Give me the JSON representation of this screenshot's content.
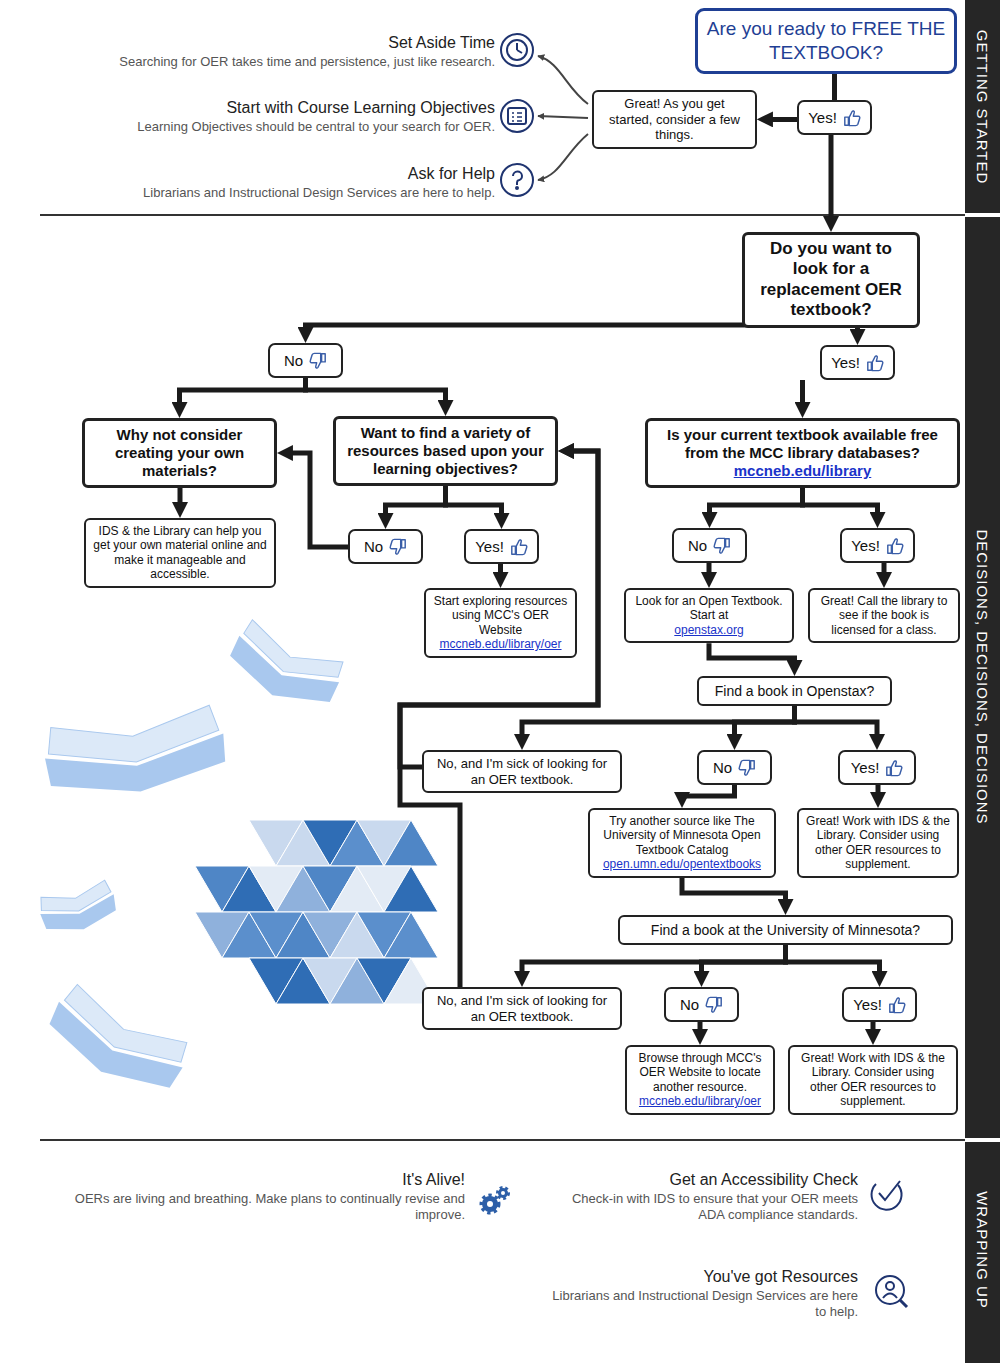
{
  "diagram": {
    "nodes": [
      {
        "text": [
          "Are you ready to FREE THE TEXTBOOK?"
        ]
      },
      {
        "text": [
          "Yes!"
        ]
      },
      {
        "text": [
          "Great! As you get started, consider a few things."
        ]
      },
      {
        "text": [
          "Do you want to look for a replacement OER textbook?"
        ]
      },
      {
        "text": [
          "Yes!"
        ]
      },
      {
        "text": [
          "No"
        ]
      },
      {
        "text": [
          "Is your current textbook available free from the MCC library databases?",
          "mccneb.edu/library"
        ]
      },
      {
        "text": [
          "Want to find a variety of resources based upon your learning objectives?"
        ]
      },
      {
        "text": [
          "Why not consider creating your own materials?"
        ]
      },
      {
        "text": [
          "Yes!"
        ]
      },
      {
        "text": [
          "No"
        ]
      },
      {
        "text": [
          "Yes!"
        ]
      },
      {
        "text": [
          "No"
        ]
      },
      {
        "text": [
          "Great! Call the library to see if the book is licensed for a class."
        ]
      },
      {
        "text": [
          "Look for an Open Textbook. Start at",
          "openstax.org"
        ]
      },
      {
        "text": [
          "Start exploring resources using MCC's OER Website",
          "mccneb.edu/library/oer"
        ]
      },
      {
        "text": [
          "IDS & the Library can help you get your own material online and make it manageable and accessible."
        ]
      },
      {
        "text": [
          "Find a book in Openstax?"
        ]
      },
      {
        "text": [
          "Yes!"
        ]
      },
      {
        "text": [
          "No"
        ]
      },
      {
        "text": [
          "No, and I'm sick of looking for an OER textbook."
        ]
      },
      {
        "text": [
          "Great! Work with IDS & the Library. Consider using other OER resources to supplement."
        ]
      },
      {
        "text": [
          "Try another source like The University of Minnesota Open Textbook Catalog",
          "open.umn.edu/opentextbooks"
        ]
      },
      {
        "text": [
          "Find a book at the University of Minnesota?"
        ]
      },
      {
        "text": [
          "Yes!"
        ]
      },
      {
        "text": [
          "No"
        ]
      },
      {
        "text": [
          "No, and I'm sick of looking for an OER textbook."
        ]
      },
      {
        "text": [
          "Great! Work with IDS & the Library. Consider using other OER resources to supplement."
        ]
      },
      {
        "text": [
          "Browse through MCC's OER Website to locate another resource.",
          "mccneb.edu/library/oer"
        ]
      }
    ],
    "edges": [
      {
        "from": 0,
        "to": 1,
        "arrow": "none"
      },
      {
        "from": 1,
        "to": 2,
        "arrow": "to"
      },
      {
        "from": 1,
        "to": 3,
        "arrow": "to"
      },
      {
        "from": 3,
        "to": 4,
        "arrow": "to"
      },
      {
        "from": 3,
        "to": 5,
        "arrow": "to"
      },
      {
        "from": 4,
        "to": 6,
        "arrow": "to"
      },
      {
        "from": 5,
        "to": 7,
        "arrow": "to"
      },
      {
        "from": 5,
        "to": 8,
        "arrow": "to"
      },
      {
        "from": 6,
        "to": 9,
        "arrow": "to"
      },
      {
        "from": 6,
        "to": 10,
        "arrow": "to"
      },
      {
        "from": 7,
        "to": 11,
        "arrow": "to"
      },
      {
        "from": 7,
        "to": 12,
        "arrow": "to"
      },
      {
        "from": 9,
        "to": 13,
        "arrow": "to"
      },
      {
        "from": 10,
        "to": 14,
        "arrow": "to"
      },
      {
        "from": 11,
        "to": 15,
        "arrow": "to"
      },
      {
        "from": 12,
        "to": 8,
        "arrow": "to"
      },
      {
        "from": 8,
        "to": 16,
        "arrow": "to"
      },
      {
        "from": 14,
        "to": 17,
        "arrow": "to"
      },
      {
        "from": 17,
        "to": 18,
        "arrow": "to"
      },
      {
        "from": 17,
        "to": 19,
        "arrow": "to"
      },
      {
        "from": 17,
        "to": 20,
        "arrow": "to"
      },
      {
        "from": 18,
        "to": 21,
        "arrow": "to"
      },
      {
        "from": 19,
        "to": 22,
        "arrow": "to"
      },
      {
        "from": 22,
        "to": 23,
        "arrow": "to"
      },
      {
        "from": 23,
        "to": 24,
        "arrow": "to"
      },
      {
        "from": 23,
        "to": 25,
        "arrow": "to"
      },
      {
        "from": 23,
        "to": 26,
        "arrow": "to"
      },
      {
        "from": 24,
        "to": 27,
        "arrow": "to"
      },
      {
        "from": 25,
        "to": 28,
        "arrow": "to"
      },
      {
        "from": 20,
        "to": 7,
        "arrow": "to"
      },
      {
        "from": 26,
        "to": 7,
        "arrow": "to"
      }
    ],
    "labels": [
      "Set Aside Time",
      "Searching for OER takes time and persistence, just like research.",
      "Start with Course Learning Objectives",
      "Learning Objectives should be central to your search for OER.",
      "Ask for Help",
      "Librarians and Instructional Design Services are here to help.",
      "GETTING STARTED",
      "DECISIONS, DECISIONS, DECISIONS",
      "WRAPPING UP",
      "Get an Accessibility Check",
      "Check-in with IDS to ensure that your OER meets ADA compliance standards.",
      "It's Alive!",
      "OERs are living and breathing. Make plans to continually revise and improve.",
      "You've got Resources",
      "Librarians and Instructional Design Services are here to help."
    ]
  }
}
